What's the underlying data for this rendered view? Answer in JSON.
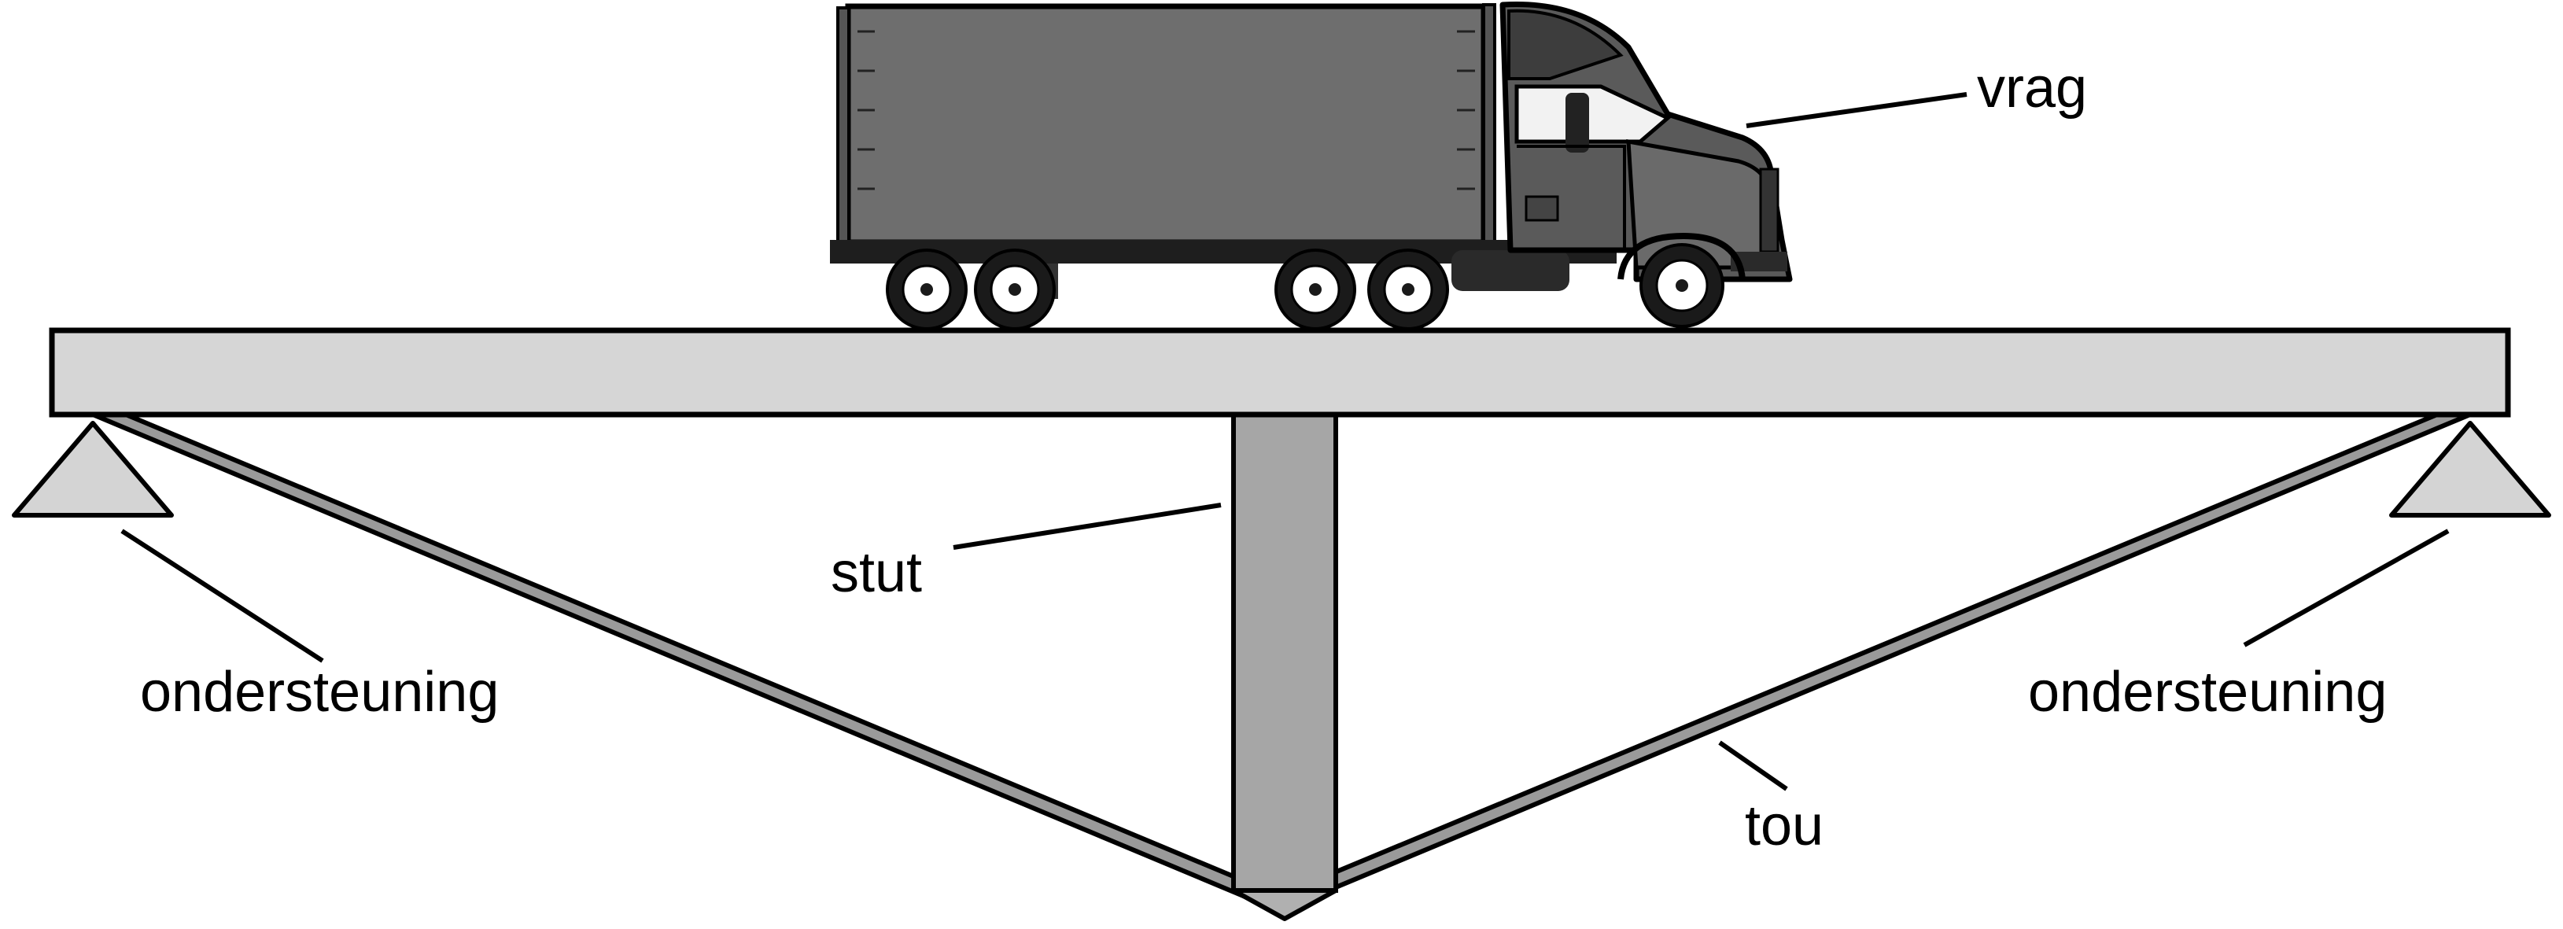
{
  "labels": {
    "load": "vrag",
    "strut": "stut",
    "support_left": "ondersteuning",
    "support_right": "ondersteuning",
    "rope": "tou"
  },
  "colors": {
    "beam_fill": "#d6d6d6",
    "strut_fill": "#a6a6a6",
    "rope_fill": "#9a9a9a",
    "support_fill": "#d4d4d4",
    "outline": "#000000",
    "truck_box": "#6e6e6e",
    "truck_cab": "#5a5a5a"
  },
  "icons": {
    "load": "truck-icon",
    "support": "triangle-support-icon"
  }
}
